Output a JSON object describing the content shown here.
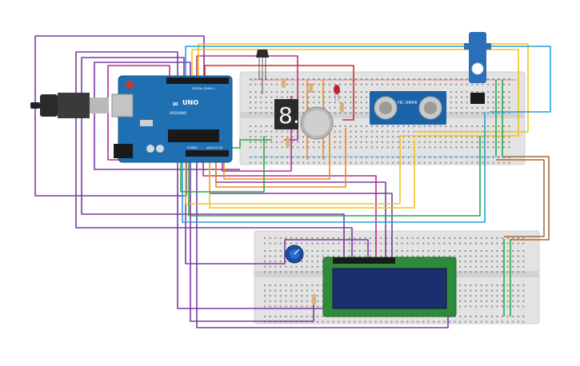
{
  "arduino": {
    "brand": "ARDUINO",
    "model": "UNO",
    "digital_label": "DIGITAL (PWM~)",
    "power_label": "POWER",
    "analog_label": "ANALOG IN",
    "board_color": "#1f6fb3"
  },
  "ultrasonic": {
    "label": "HC-SR04",
    "color": "#1a63a8"
  },
  "seven_segment": {
    "digit": "8."
  },
  "lcd": {
    "pcb_color": "#2f8a3a",
    "screen_color": "#1c2e6e"
  },
  "servo": {
    "color": "#2a6fb8"
  },
  "wire_colors": {
    "purple": "#7a3aa3",
    "yellow": "#f2c21b",
    "red": "#d6262b",
    "orange": "#f08a1c",
    "green": "#2aa84a",
    "blue": "#2a9fd6",
    "brown": "#a66a3a",
    "magenta": "#c0288a",
    "black": "#222222"
  }
}
